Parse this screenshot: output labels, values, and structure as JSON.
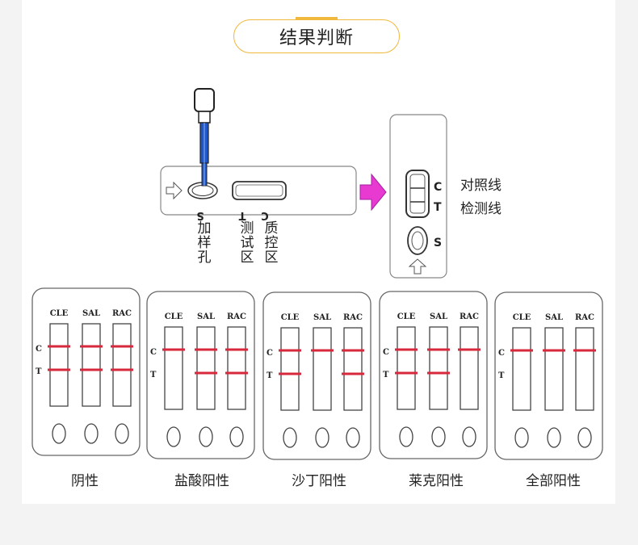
{
  "title": "结果判断",
  "cassette_labels": {
    "sample_well": "加样孔",
    "test_zone": "测试区",
    "control_zone": "质控区",
    "mark_s": "S",
    "mark_t": "T",
    "mark_c": "C"
  },
  "zoom_view": {
    "mark_c": "C",
    "mark_t": "T",
    "mark_s": "S",
    "control_line_label": "对照线",
    "test_line_label": "检测线"
  },
  "card_text": {
    "strip_labels": [
      "CLE",
      "SAL",
      "RAC"
    ],
    "mark_c": "C",
    "mark_t": "T"
  },
  "results": [
    {
      "label": "阴性",
      "c": [
        true,
        true,
        true
      ],
      "t": [
        true,
        true,
        true
      ]
    },
    {
      "label": "盐酸阳性",
      "c": [
        true,
        true,
        true
      ],
      "t": [
        false,
        true,
        true
      ]
    },
    {
      "label": "沙丁阳性",
      "c": [
        true,
        true,
        true
      ],
      "t": [
        true,
        false,
        true
      ]
    },
    {
      "label": "莱克阳性",
      "c": [
        true,
        true,
        true
      ],
      "t": [
        true,
        true,
        false
      ]
    },
    {
      "label": "全部阳性",
      "c": [
        true,
        true,
        true
      ],
      "t": [
        false,
        false,
        false
      ]
    }
  ],
  "colors": {
    "accent": "#f0b83c",
    "line_red": "#d8283c",
    "arrow_magenta": "#e83ad0",
    "dropper_blue": "#1f57c8"
  }
}
